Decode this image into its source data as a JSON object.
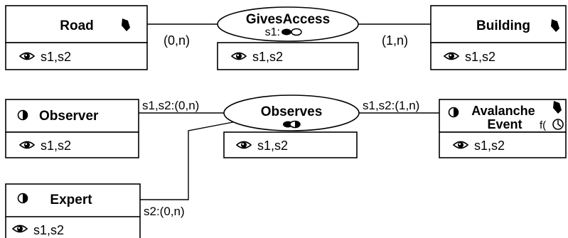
{
  "relationships": {
    "gives_access": {
      "name": "GivesAccess",
      "line2": "s1:",
      "validity": "s1,s2",
      "icon": "eye-icon"
    },
    "observes": {
      "name": "Observes",
      "validity": "s1,s2",
      "icon": "eye-icon"
    }
  },
  "entities": {
    "road": {
      "name": "Road",
      "validity": "s1,s2",
      "icons": [
        "area-geometry-icon",
        "eye-icon"
      ]
    },
    "building": {
      "name": "Building",
      "validity": "s1,s2",
      "icons": [
        "area-geometry-icon",
        "eye-icon"
      ]
    },
    "observer": {
      "name": "Observer",
      "validity": "s1,s2",
      "icons": [
        "time-interval-icon",
        "eye-icon"
      ]
    },
    "expert": {
      "name": "Expert",
      "validity": "s1,s2",
      "icons": [
        "time-interval-icon",
        "eye-icon"
      ]
    },
    "avalanche_event": {
      "name_line1": "Avalanche",
      "name_line2": "Event",
      "derived_label": "f(",
      "validity": "s1,s2",
      "icons": [
        "time-interval-icon",
        "area-geometry-icon",
        "clock-icon",
        "eye-icon"
      ]
    }
  },
  "cardinalities": {
    "road_gives_access": "(0,n)",
    "building_gives_access": "(1,n)",
    "observer_observes": "s1,s2:(0,n)",
    "avalanche_observes": "s1,s2:(1,n)",
    "expert_observes": "s2:(0,n)"
  }
}
